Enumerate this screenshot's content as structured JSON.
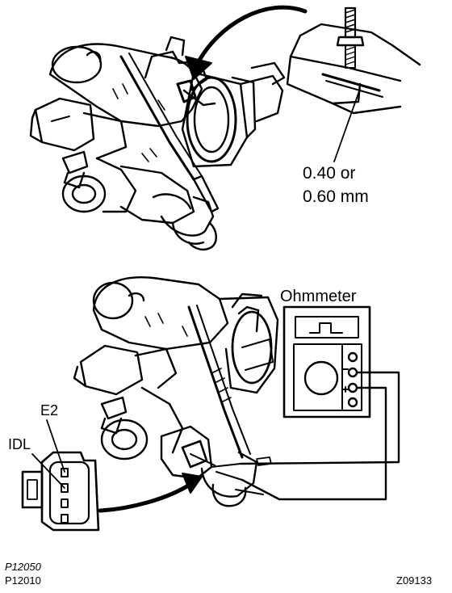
{
  "labels": {
    "gap_line1": "0.40 or",
    "gap_line2": "0.60 mm",
    "meter": "Ohmmeter",
    "terminal_e2": "E2",
    "terminal_idl": "IDL"
  },
  "codes": {
    "top_ref": "P12050",
    "bottom_ref": "P12010",
    "figure_id": "Z09133"
  },
  "colors": {
    "ink": "#000000",
    "paper": "#ffffff"
  }
}
